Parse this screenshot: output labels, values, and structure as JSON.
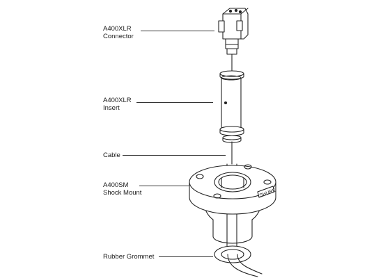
{
  "diagram": {
    "parts": [
      {
        "name": "A400XLR",
        "desc": "Connector"
      },
      {
        "name": "A400XLR",
        "desc": "Insert"
      },
      {
        "name": "Cable",
        "desc": ""
      },
      {
        "name": "A400SM",
        "desc": "Shock Mount"
      },
      {
        "name": "Rubber Grommet",
        "desc": ""
      }
    ],
    "brand_text": "SHURE"
  }
}
